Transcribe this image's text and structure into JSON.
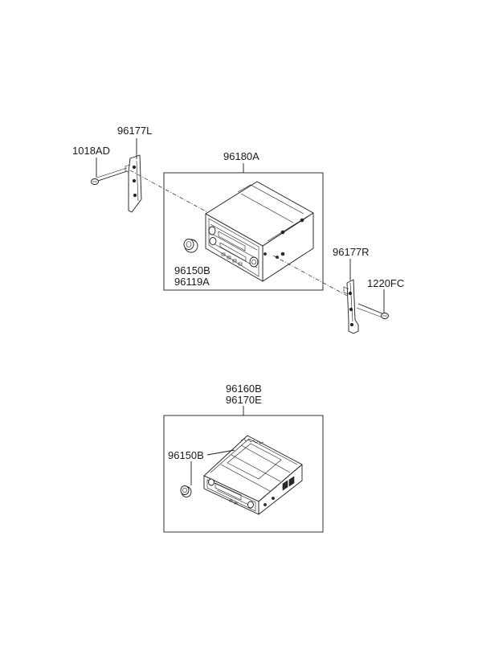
{
  "labels": {
    "bracket_left": "96177L",
    "screw_left": "1018AD",
    "unit_top": "96180A",
    "knob_top_1": "96150B",
    "knob_top_2": "96119A",
    "bracket_right": "96177R",
    "screw_right": "1220FC",
    "unit_bottom_1": "96160B",
    "unit_bottom_2": "96170E",
    "knob_bottom": "96150B"
  },
  "colors": {
    "line": "#1a1a1a",
    "background": "#ffffff"
  }
}
